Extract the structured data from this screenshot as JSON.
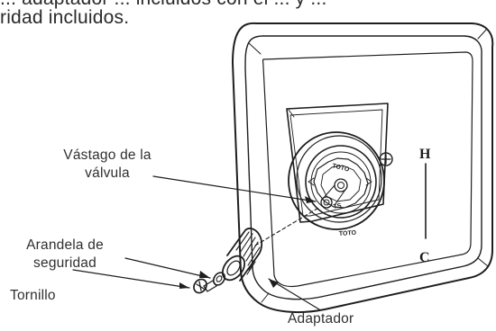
{
  "intro_text": {
    "line1": "... adaptador ... incluidos con el ... y ...",
    "line2": "ridad incluidos."
  },
  "labels": {
    "valve_stem": {
      "line1": "Vástago de la",
      "line2": "válvula"
    },
    "lock_washer": {
      "line1": "Arandela de",
      "line2": "seguridad"
    },
    "screw": "Tornillo",
    "adapter": "Adaptador"
  },
  "faceplate_marks": {
    "hot": "H",
    "cold": "C",
    "brand": "TOTO",
    "hub_brand": "TOTO",
    "hub_code": "TS"
  },
  "colors": {
    "line": "#1e1e1e",
    "text": "#2f2f2f",
    "background": "#ffffff"
  }
}
